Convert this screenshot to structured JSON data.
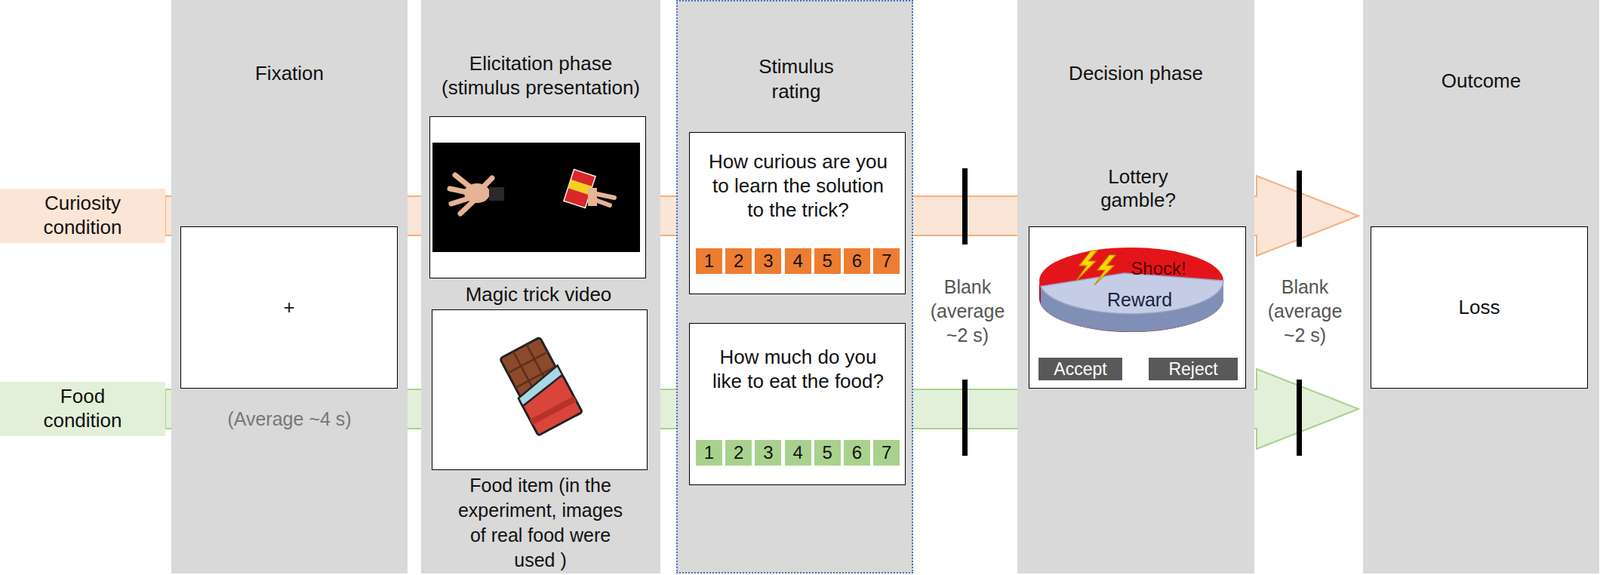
{
  "diagram": {
    "nodes": [
      {
        "text": [
          "Curiosity condition"
        ]
      },
      {
        "text": [
          "Food condition"
        ]
      },
      {
        "text": [
          "Fixation",
          "(Average ~4 s)"
        ]
      },
      {
        "text": [
          "+"
        ],
        "in": 2
      },
      {
        "text": [
          "Elicitation phase (stimulus presentation)"
        ]
      },
      {
        "text": [
          "Magic trick video"
        ],
        "in": 4
      },
      {
        "text": [
          "Food item (in the experiment, images of real food were used )"
        ],
        "in": 4
      },
      {
        "text": [
          "Stimulus rating"
        ]
      },
      {
        "text": [
          "How curious are you to learn the solution to the trick?"
        ],
        "in": 7
      },
      {
        "text": [
          "1"
        ],
        "in": 8
      },
      {
        "text": [
          "2"
        ],
        "in": 8
      },
      {
        "text": [
          "3"
        ],
        "in": 8
      },
      {
        "text": [
          "4"
        ],
        "in": 8
      },
      {
        "text": [
          "5"
        ],
        "in": 8
      },
      {
        "text": [
          "6"
        ],
        "in": 8
      },
      {
        "text": [
          "7"
        ],
        "in": 8
      },
      {
        "text": [
          "How much do you like to eat the food?"
        ],
        "in": 7
      },
      {
        "text": [
          "1"
        ],
        "in": 16
      },
      {
        "text": [
          "2"
        ],
        "in": 16
      },
      {
        "text": [
          "3"
        ],
        "in": 16
      },
      {
        "text": [
          "4"
        ],
        "in": 16
      },
      {
        "text": [
          "5"
        ],
        "in": 16
      },
      {
        "text": [
          "6"
        ],
        "in": 16
      },
      {
        "text": [
          "7"
        ],
        "in": 16
      },
      {
        "text": [
          "Decision phase"
        ]
      },
      {
        "text": [
          "Lottery gamble?"
        ],
        "in": 24
      },
      {
        "text": [
          "Accept"
        ],
        "in": 25
      },
      {
        "text": [
          "Reject"
        ],
        "in": 25
      },
      {
        "text": [
          "Outcome"
        ]
      },
      {
        "text": [
          "Loss"
        ],
        "in": 28
      }
    ],
    "edges": [
      {
        "from": 0,
        "to": 28,
        "arrow": "to"
      },
      {
        "from": 1,
        "to": 28,
        "arrow": "to"
      }
    ],
    "labels": [
      "Blank (average ~2 s)",
      "Shock!",
      "Reward",
      "Blank (average ~2 s)"
    ]
  }
}
